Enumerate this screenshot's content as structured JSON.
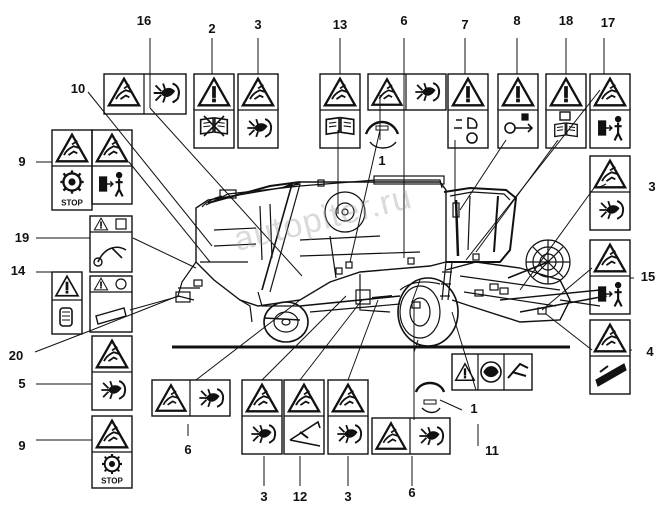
{
  "diagram": {
    "callouts": [
      {
        "id": "n16",
        "text": "16"
      },
      {
        "id": "n2",
        "text": "2"
      },
      {
        "id": "n3a",
        "text": "3"
      },
      {
        "id": "n13",
        "text": "13"
      },
      {
        "id": "n6a",
        "text": "6"
      },
      {
        "id": "n7",
        "text": "7"
      },
      {
        "id": "n8",
        "text": "8"
      },
      {
        "id": "n18",
        "text": "18"
      },
      {
        "id": "n17",
        "text": "17"
      },
      {
        "id": "n10",
        "text": "10"
      },
      {
        "id": "n9a",
        "text": "9"
      },
      {
        "id": "n1a",
        "text": "1"
      },
      {
        "id": "n3b",
        "text": "3"
      },
      {
        "id": "n19",
        "text": "19"
      },
      {
        "id": "n15",
        "text": "15"
      },
      {
        "id": "n14",
        "text": "14"
      },
      {
        "id": "n20",
        "text": "20"
      },
      {
        "id": "n4",
        "text": "4"
      },
      {
        "id": "n5",
        "text": "5"
      },
      {
        "id": "n1b",
        "text": "1"
      },
      {
        "id": "n9b",
        "text": "9"
      },
      {
        "id": "n6b",
        "text": "6"
      },
      {
        "id": "n11",
        "text": "11"
      },
      {
        "id": "n3c",
        "text": "3"
      },
      {
        "id": "n12",
        "text": "12"
      },
      {
        "id": "n3d",
        "text": "3"
      },
      {
        "id": "n6c",
        "text": "6"
      }
    ],
    "stop_label": "STOP",
    "watermark": "autopiter.ru"
  }
}
